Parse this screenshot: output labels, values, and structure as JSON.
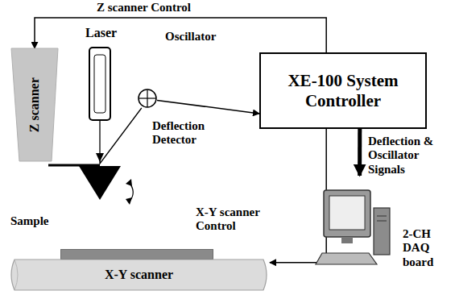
{
  "diagram": {
    "nodes": [
      {
        "text": [
          "Z scanner"
        ]
      },
      {
        "text": [
          "Laser"
        ]
      },
      {
        "text": [
          "Deflection Detector"
        ]
      },
      {
        "text": [
          "XE-100 System Controller"
        ]
      },
      {
        "text": [
          "Sample"
        ]
      },
      {
        "text": [
          "X-Y scanner"
        ]
      },
      {
        "text": [
          "2-CH DAQ board"
        ]
      }
    ],
    "edges": [
      {
        "from": 3,
        "to": 0,
        "label": "Z scanner Control",
        "arrow": "to"
      },
      {
        "from": 1,
        "to": 2,
        "arrow": "none"
      },
      {
        "from": 2,
        "to": 3,
        "arrow": "to"
      },
      {
        "from": 3,
        "to": 5,
        "label": "X-Y scanner Control",
        "arrow": "to"
      },
      {
        "from": 3,
        "to": 6,
        "label": "Deflection & Oscillator Signals",
        "arrow": "to"
      }
    ],
    "labels": [
      "Oscillator"
    ]
  }
}
